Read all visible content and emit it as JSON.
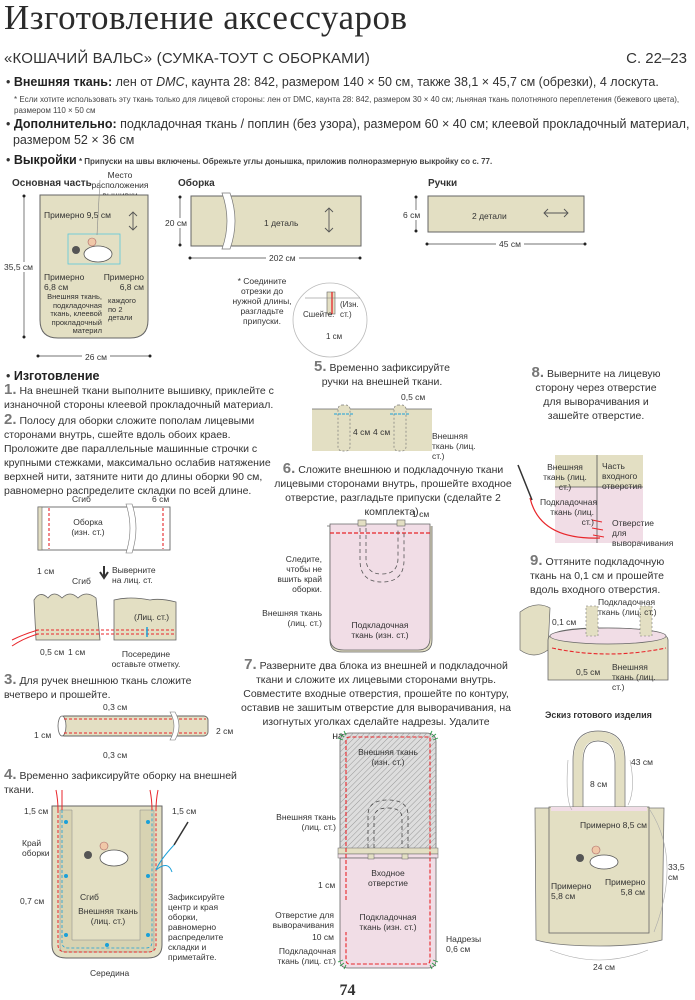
{
  "page": {
    "title": "Изготовление аксессуаров",
    "subtitle": "«КОШАЧИЙ ВАЛЬС» (СУМКА-ТОУТ С ОБОРКАМИ)",
    "page_ref": "С. 22–23",
    "page_number": "74"
  },
  "materials": {
    "outer_label": "Внешняя ткань:",
    "outer_text": "лен от ",
    "outer_brand": "DMC",
    "outer_rest": ", каунта 28: 842, размером 140 × 50 см, также 38,1 × 45,7 см (обрезки), 4 лоскута.",
    "note_line1": "* Если хотите использовать эту ткань только для лицевой стороны: лен от DMC, каунта 28: 842, размером 30 × 40 см; льняная ткань полотняного переплетения (бежевого цвета),",
    "note_line2": "размером 110 × 50 см",
    "extra_label": "Дополнительно:",
    "extra_text": " подкладочная ткань / поплин (без узора), размером 60 × 40 см; клеевой прокладочный материал,",
    "extra_text2": "размером 52 × 36 см",
    "patterns_label": "Выкройки",
    "patterns_note": " * Припуски на швы включены. Обрежьте углы донышка, приложив полноразмерную выкройку со с. 77."
  },
  "patterns": {
    "main": {
      "header": "Основная часть",
      "embroidery": "Место расположения вышивки",
      "approx_top": "Примерно 9,5 см",
      "approx_left": "Примерно 6,8 см",
      "approx_right": "Примерно 6,8 см",
      "materials": "Внешняя ткань, подкладочная ткань, клеевой прокладочный материл",
      "count": "каждого по 2 детали",
      "height": "35,5 см",
      "width": "26 см"
    },
    "ruffle": {
      "header": "Оборка",
      "pieces": "1 деталь",
      "height": "20 см",
      "width": "202 см",
      "join_note": "* Соедините отрезки до нужной длины, разгладьте припуски.",
      "sew": "Сшейте.",
      "wrong_side": "(Изн. ст.)",
      "seam": "1 см"
    },
    "handles": {
      "header": "Ручки",
      "pieces": "2 детали",
      "height": "6 см",
      "width": "45 см"
    }
  },
  "instructions": {
    "header": "Изготовление",
    "steps": [
      {
        "num": "1.",
        "text": "На внешней ткани выполните вышивку, приклейте с изнаночной стороны клеевой прокладочный материал."
      },
      {
        "num": "2.",
        "text": "Полосу для оборки сложите пополам лицевыми сторонами внутрь, сшейте вдоль обоих краев. Проложите две параллельные машинные строчки с крупными стежками, максимально ослабив натяжение верхней нити, затяните нити до длины оборки 90 см, равномерно распределите складки по всей длине."
      },
      {
        "num": "3.",
        "text": "Для ручек внешнюю ткань сложите вчетверо и прошейте."
      },
      {
        "num": "4.",
        "text": "Временно зафиксируйте оборку на внешней ткани."
      },
      {
        "num": "5.",
        "text": "Временно зафиксируйте ручки на внешней ткани."
      },
      {
        "num": "6.",
        "text": "Сложите внешнюю и подкладочную ткани лицевыми сторонами внутрь, прошейте входное отверстие, разгладьте припуски (сделайте 2 комплекта)."
      },
      {
        "num": "7.",
        "text": "Разверните два блока из внешней и подкладочной ткани и сложите их лицевыми сторонами внутрь. Совместите входные отверстия, прошейте по контуру, оставив не зашитым отверстие для выворачивания, на изогнутых уголках сделайте надрезы. Удалите наметочные нити."
      },
      {
        "num": "8.",
        "text": "Выверните на лицевую сторону через отверстие для выворачивания и зашейте отверстие."
      },
      {
        "num": "9.",
        "text": "Оттяните подкладочную ткань на 0,1 см и прошейте вдоль входного отверстия."
      }
    ]
  },
  "fig2": {
    "fold": "Сгиб",
    "six_cm": "6 см",
    "ruffle": "Оборка (изн. ст.)",
    "one_cm": "1 см",
    "turn": "Выверните на лиц. ст.",
    "fold2": "Сгиб",
    "right_side": "(Лиц. ст.)",
    "half": "0,5 см",
    "one": "1 см",
    "mark": "Посередине оставьте отметку."
  },
  "fig3": {
    "top": "0,3 см",
    "bottom": "0,3 см",
    "left": "1 см",
    "right": "2 см"
  },
  "fig4": {
    "left_margin": "1,5 см",
    "right_margin": "1,5 см",
    "ruffle_edge": "Край оборки",
    "fold": "Сгиб",
    "offset": "0,7 см",
    "outer": "Внешняя ткань (лиц. ст.)",
    "fix": "Зафиксируйте центр и края оборки, равномерно распределите складки и приметайте.",
    "middle": "Середина"
  },
  "fig5": {
    "half": "0,5 см",
    "four_a": "4 см",
    "four_b": "4 см",
    "outer": "Внешняя ткань (лиц. ст.)"
  },
  "fig6": {
    "one_cm": "1 см",
    "careful": "Следите, чтобы не вшить край оборки.",
    "outer": "Внешняя ткань (лиц. ст.)",
    "lining": "Подкладочная ткань (изн. ст.)"
  },
  "fig7": {
    "outer_wrong": "Внешняя ткань (изн. ст.)",
    "outer_right": "Внешняя ткань (лиц. ст.)",
    "one_cm": "1 см",
    "opening": "Входное отверстие",
    "turn_hole": "Отверстие для выворачивания",
    "ten_cm": "10 см",
    "lining_wrong": "Подкладочная ткань (изн. ст.)",
    "lining_right": "Подкладочная ткань (лиц. ст.)",
    "notches": "Надрезы 0,6 см"
  },
  "fig8": {
    "outer": "Внешняя ткань (лиц. ст.)",
    "opening_part": "Часть входного отверстия",
    "lining": "Подкладочная ткань (лиц. ст.)",
    "turn_hole": "Отверстие для выворачивания"
  },
  "fig9": {
    "lining": "Подкладочная ткань (лиц. ст.)",
    "tenth": "0,1 см",
    "half": "0,5 см",
    "outer": "Внешняя ткань (лиц. ст.)"
  },
  "sketch": {
    "header": "Эскиз готового изделия",
    "handle_len": "43 см",
    "handle_gap": "8 см",
    "approx_top": "Примерно 8,5 см",
    "height": "33,5 см",
    "approx_left": "Примерно 5,8 см",
    "approx_right": "Примерно 5,8 см",
    "width": "24 см"
  },
  "colors": {
    "fabric": "#e3dfc3",
    "lining": "#f1dde6",
    "stitch_red": "#e8262b",
    "pin_blue": "#1ba0d8",
    "notch_green": "#2c9c4a"
  }
}
